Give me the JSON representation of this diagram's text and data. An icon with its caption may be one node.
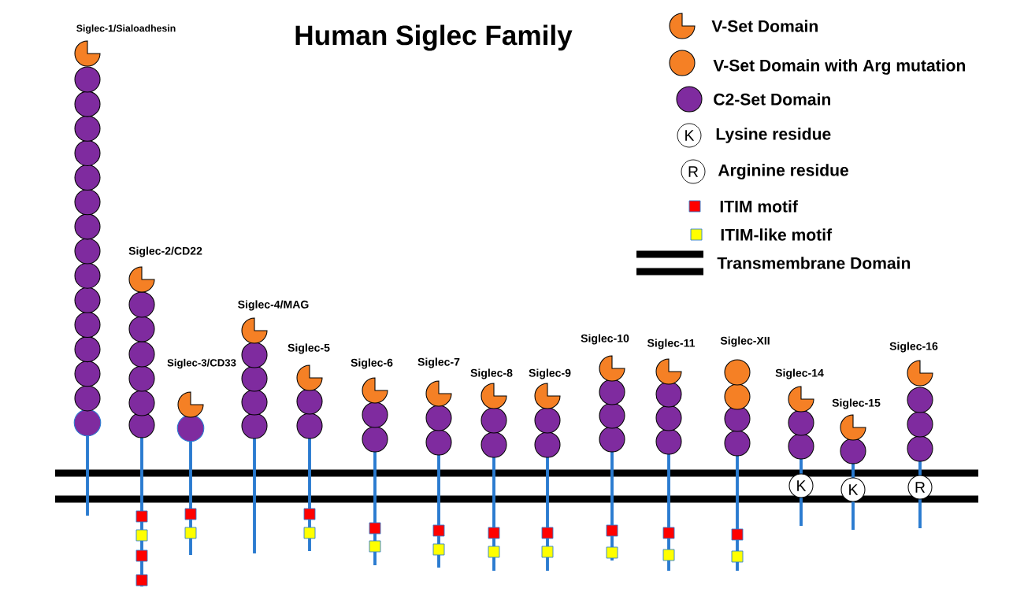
{
  "diagram": {
    "title": "Human Siglec Family",
    "nodes": [
      {
        "text": [
          "K"
        ]
      },
      {
        "text": [
          "K"
        ]
      },
      {
        "text": [
          "R"
        ]
      }
    ],
    "labels": [
      "Siglec-1/Sialoadhesin",
      "Siglec-2/CD22",
      "Siglec-3/CD33",
      "Siglec-4/MAG",
      "Siglec-5",
      "Siglec-6",
      "Siglec-7",
      "Siglec-8",
      "Siglec-9",
      "Siglec-10",
      "Siglec-11",
      "Siglec-XII",
      "Siglec-14",
      "Siglec-15",
      "Siglec-16",
      "K",
      "R"
    ],
    "legend": [
      {
        "text": "V-Set Domain",
        "color": "#f58025"
      },
      {
        "text": "V-Set Domain with Arg mutation",
        "color": "#f58025"
      },
      {
        "text": "C2-Set Domain",
        "color": "#7f2b9f"
      },
      {
        "text": "Lysine residue"
      },
      {
        "text": "Arginine residue"
      },
      {
        "text": "ITIM motif",
        "color": "#ff0000"
      },
      {
        "text": "ITIM-like motif",
        "color": "#ffff00"
      },
      {
        "text": "Transmembrane Domain"
      }
    ]
  }
}
